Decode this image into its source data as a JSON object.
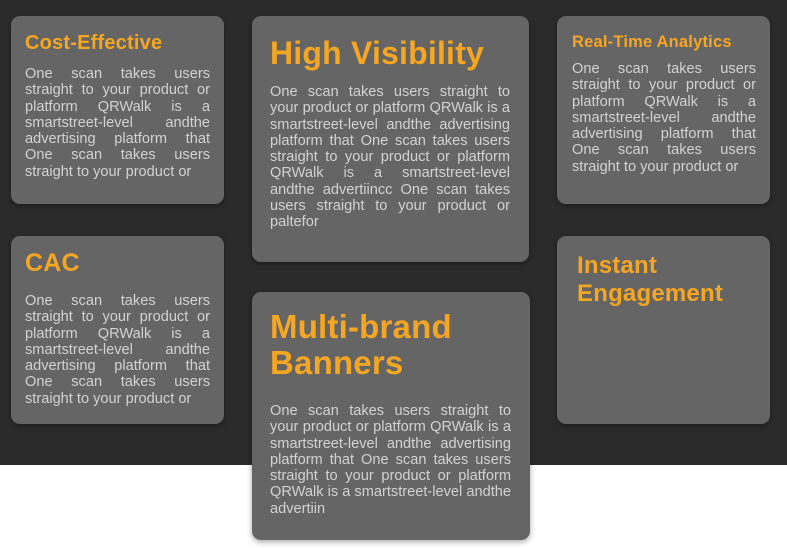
{
  "cards": [
    {
      "title": "Cost-Effective",
      "body": "One scan takes users straight to your product or platform QRWalk is a smartstreet-level andthe advertising platform that One scan takes users straight to your product or"
    },
    {
      "title": "High Visibility",
      "body": "One scan takes users straight to your product or platform QRWalk is a smartstreet-level andthe advertising platform that One scan takes users straight to your product or platform QRWalk is a smartstreet-level andthe advertiincc One scan takes users straight to your product or paltefor"
    },
    {
      "title": "Real-Time Analytics",
      "body": "One scan takes users straight to your product or platform QRWalk is a smartstreet-level andthe advertising platform that One scan takes users straight to your product or"
    },
    {
      "title": "CAC",
      "body": "One scan takes users straight to your product or platform QRWalk is a smartstreet-level andthe advertising platform that One scan takes users straight to your product or"
    },
    {
      "title": "Multi-brand Banners",
      "body": "One scan takes users straight to your product or platform QRWalk is a smartstreet-level andthe advertising platform that One scan takes users straight to your product or platform QRWalk is a smartstreet-level andthe advertiin"
    },
    {
      "title": "Instant Engagement",
      "body": ""
    }
  ],
  "colors": {
    "background": "#2b2b2b",
    "card": "#666565",
    "accent": "#f5a623",
    "text": "#d2d2d2"
  }
}
